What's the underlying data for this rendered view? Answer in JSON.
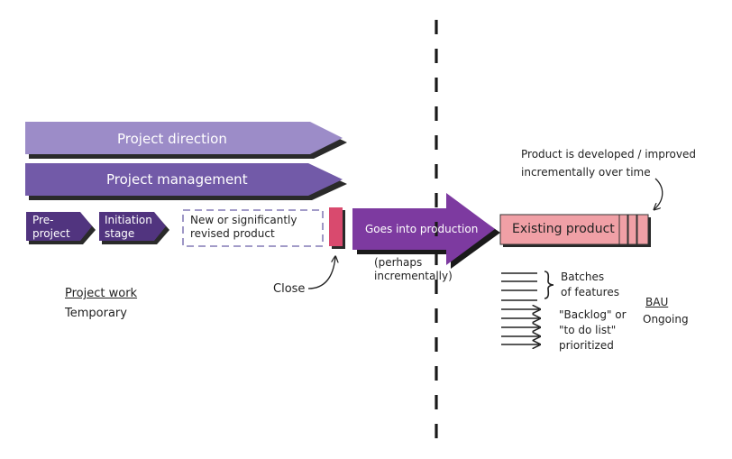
{
  "labels": {
    "project_direction": "Project direction",
    "project_management": "Project management",
    "pre_project": [
      "Pre-",
      "project"
    ],
    "initiation_stage": [
      "Initiation",
      "stage"
    ],
    "new_product": [
      "New or significantly",
      "revised product"
    ],
    "close": "Close",
    "project_work": "Project work",
    "temporary": "Temporary",
    "goes_into_production": "Goes into production",
    "perhaps_incrementally": [
      "(perhaps",
      "incrementally)"
    ],
    "existing_product": "Existing product",
    "developed_note": [
      "Product is developed / improved",
      "incrementally over time"
    ],
    "batches": [
      "Batches",
      "of features"
    ],
    "backlog": [
      "\"Backlog\" or",
      "\"to do list\"",
      "prioritized"
    ],
    "bau": "BAU",
    "ongoing": "Ongoing"
  },
  "colors": {
    "direction": "#9c8cc8",
    "management": "#725aa8",
    "small_stage": "#51347f",
    "production_arrow": "#7d3aa0",
    "close_bar": "#d94a6e",
    "existing_product": "#f0a0a6",
    "divider": "#1a1a1a",
    "shadow": "#2a2a2a"
  }
}
